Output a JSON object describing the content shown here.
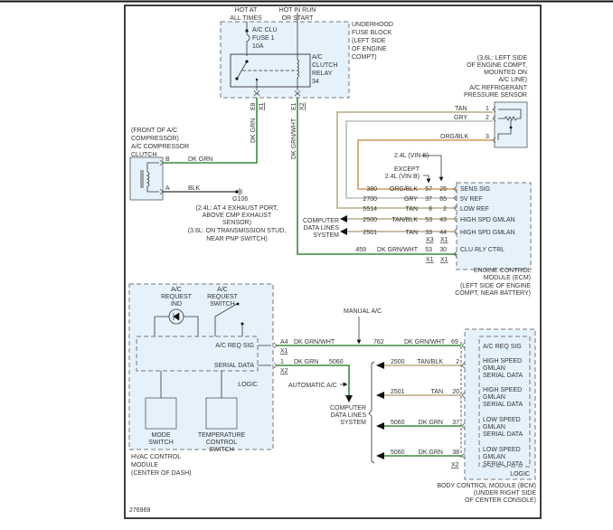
{
  "figure_id": "276969",
  "fuse_block": {
    "hot_at_all_times": [
      "HOT AT",
      "ALL TIMES"
    ],
    "hot_in_run": [
      "HOT IN RUN",
      "OR START"
    ],
    "fuse": [
      "A/C CLU",
      "FUSE 1",
      "10A"
    ],
    "relay": [
      "A/C",
      "CLUTCH",
      "RELAY",
      "34"
    ],
    "location": [
      "UNDERHOOD",
      "FUSE BLOCK",
      "(LEFT SIDE",
      "OF ENGINE",
      "COMPT)"
    ],
    "pins": {
      "left_pin": "E8",
      "left_conn": "X1",
      "right_pin": "E1",
      "right_conn": "X2"
    },
    "wire_left": "DK GRN",
    "wire_right": "DK GRN/WHT"
  },
  "compressor": {
    "label": [
      "(FRONT OF A/C",
      "COMPRESSOR)",
      "A/C COMPRESSOR",
      "CLUTCH"
    ],
    "pin_b": "B",
    "pin_a": "A",
    "wire_b": "DK GRN",
    "wire_a": "BLK",
    "ground": "G106",
    "ground_location": [
      "(2.4L: AT 4 EXHAUST PORT,",
      "ABOVE CMP EXHAUST",
      "SENSOR)",
      "(3.6L: ON TRANSMISSION STUD,",
      "NEAR PNP SWITCH)"
    ]
  },
  "pressure_sensor": {
    "location": [
      "(3.6L: LEFT SIDE",
      "OF ENGINE COMPT,",
      "MOUNTED ON",
      "A/C LINE)"
    ],
    "name": [
      "A/C REFRIGERANT",
      "PRESSURE SENSOR"
    ],
    "wires": [
      {
        "color": "TAN",
        "pin": "1"
      },
      {
        "color": "GRY",
        "pin": "2"
      },
      {
        "color": "ORG/BLK",
        "pin": "3"
      }
    ]
  },
  "ecm": {
    "variant_a": "2.4L (VIN B)",
    "variant_b": [
      "EXCEPT",
      "2.4L (VIN B)"
    ],
    "rows": [
      {
        "circuit": "380",
        "color": "ORG/BLK",
        "pin_a": "57",
        "pin_b": "25",
        "signal": "SENS SIG"
      },
      {
        "circuit": "2700",
        "color": "GRY",
        "pin_a": "37",
        "pin_b": "65",
        "signal": "5V REF"
      },
      {
        "circuit": "5514",
        "color": "TAN",
        "pin_a": "8",
        "pin_b": "2",
        "signal": "LOW REF"
      },
      {
        "circuit": "2500",
        "color": "TAN/BLK",
        "pin_a": "53",
        "pin_b": "43",
        "signal": "HIGH SPD GMLAN"
      },
      {
        "circuit": "2501",
        "color": "TAN",
        "pin_a": "33",
        "pin_b": "44",
        "signal": "HIGH SPD GMLAN"
      },
      {
        "circuit": "459",
        "color": "DK GRN/WHT",
        "pin_a": "53",
        "pin_b": "30",
        "signal": "CLU RLY CTRL"
      }
    ],
    "conn_row1": [
      "X3",
      "X1"
    ],
    "conn_row2": [
      "X1",
      "X1"
    ],
    "data_lines": [
      "COMPUTER",
      "DATA LINES",
      "SYSTEM"
    ],
    "name": [
      "ENGINE CONTROL",
      "MODULE (ECM)",
      "(LEFT SIDE OF ENGINE",
      "COMPT, NEAR BATTERY)"
    ]
  },
  "hvac": {
    "req_ind": [
      "A/C",
      "REQUEST",
      "IND"
    ],
    "req_switch": [
      "A/C",
      "REQUEST",
      "SWITCH"
    ],
    "req_sig": "A/C REQ SIG",
    "serial_data": "SERIAL DATA",
    "logic": "LOGIC",
    "mode_switch": [
      "MODE",
      "SWITCH"
    ],
    "temp_switch": [
      "TEMPERATURE",
      "CONTROL",
      "SWITCH"
    ],
    "name": [
      "HVAC CONTROL",
      "MODULE",
      "(CENTER OF DASH)"
    ],
    "pin_a4": "A4",
    "conn_x1": "X1",
    "pin_1": "1",
    "conn_x2": "X2"
  },
  "bcm_link": {
    "manual_ac": "MANUAL A/C",
    "automatic_ac": "AUTOMATIC A/C",
    "wire_req_left": "DK GRN/WHT",
    "wire_req_circuit": "762",
    "wire_req_right": "DK GRN/WHT",
    "wire_req_pin": "69",
    "wire_ser_color": "DK GRN",
    "wire_ser_circuit": "5060",
    "data_lines": [
      "COMPUTER",
      "DATA LINES",
      "SYSTEM"
    ],
    "rows": [
      {
        "circuit": "2500",
        "color": "TAN/BLK",
        "pin": "2"
      },
      {
        "circuit": "2501",
        "color": "TAN",
        "pin": "20"
      },
      {
        "circuit": "5060",
        "color": "DK GRN",
        "pin": "37"
      },
      {
        "circuit": "5060",
        "color": "DK GRN",
        "pin": "38"
      }
    ],
    "conn": "X2"
  },
  "bcm": {
    "signals": [
      [
        "A/C REQ SIG"
      ],
      [
        "HIGH SPEED",
        "GMLAN",
        "SERIAL DATA"
      ],
      [
        "HIGH SPEED",
        "GMLAN",
        "SERIAL DATA"
      ],
      [
        "LOW SPEED",
        "GMLAN",
        "SERIAL DATA"
      ],
      [
        "LOW SPEED",
        "GMLAN",
        "SERIAL DATA"
      ]
    ],
    "logic": "LOGIC",
    "name": [
      "BODY CONTROL MODULE (BCM)",
      "(UNDER RIGHT SIDE",
      "OF CENTER CONSOLE)"
    ]
  }
}
